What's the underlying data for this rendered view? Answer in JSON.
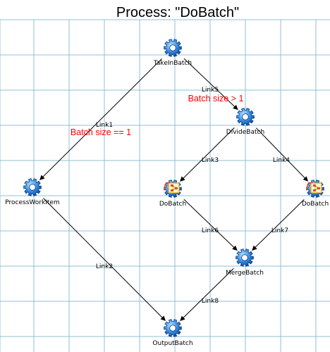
{
  "title": "Process: \"DoBatch\"",
  "colors": {
    "grid": "#8fc0d4",
    "condition": "#ff0000",
    "edge": "#000000",
    "gear": "#2a7fd6",
    "gear_light": "#9fd0ff",
    "subprocess_icon": "#d9a21c"
  },
  "nodes": [
    {
      "id": "TakeInBatch",
      "label": "TakeInBatch",
      "icon": "gear-icon"
    },
    {
      "id": "DivideBatch",
      "label": "DivideBatch",
      "icon": "gear-icon"
    },
    {
      "id": "ProcessWorkItem",
      "label": "ProcessWorkItem",
      "icon": "gear-icon"
    },
    {
      "id": "DoBatchLeft",
      "label": "DoBatch",
      "icon": "subprocess-icon"
    },
    {
      "id": "DoBatchRight",
      "label": "DoBatch",
      "icon": "subprocess-icon"
    },
    {
      "id": "MergeBatch",
      "label": "MergeBatch",
      "icon": "gear-icon"
    },
    {
      "id": "OutputBatch",
      "label": "OutputBatch",
      "icon": "gear-icon"
    }
  ],
  "links": [
    {
      "id": "link1",
      "label": "Link1",
      "from": "TakeInBatch",
      "to": "ProcessWorkItem",
      "condition": "Batch size == 1"
    },
    {
      "id": "link5",
      "label": "Link5",
      "from": "TakeInBatch",
      "to": "DivideBatch",
      "condition": "Batch size > 1"
    },
    {
      "id": "link3",
      "label": "Link3",
      "from": "DivideBatch",
      "to": "DoBatchLeft",
      "condition": ""
    },
    {
      "id": "link4",
      "label": "Link4",
      "from": "DivideBatch",
      "to": "DoBatchRight",
      "condition": ""
    },
    {
      "id": "link2",
      "label": "Link2",
      "from": "ProcessWorkItem",
      "to": "OutputBatch",
      "condition": ""
    },
    {
      "id": "link6",
      "label": "Link6",
      "from": "DoBatchLeft",
      "to": "MergeBatch",
      "condition": ""
    },
    {
      "id": "link7",
      "label": "Link7",
      "from": "DoBatchRight",
      "to": "MergeBatch",
      "condition": ""
    },
    {
      "id": "link8",
      "label": "Link8",
      "from": "MergeBatch",
      "to": "OutputBatch",
      "condition": ""
    }
  ]
}
